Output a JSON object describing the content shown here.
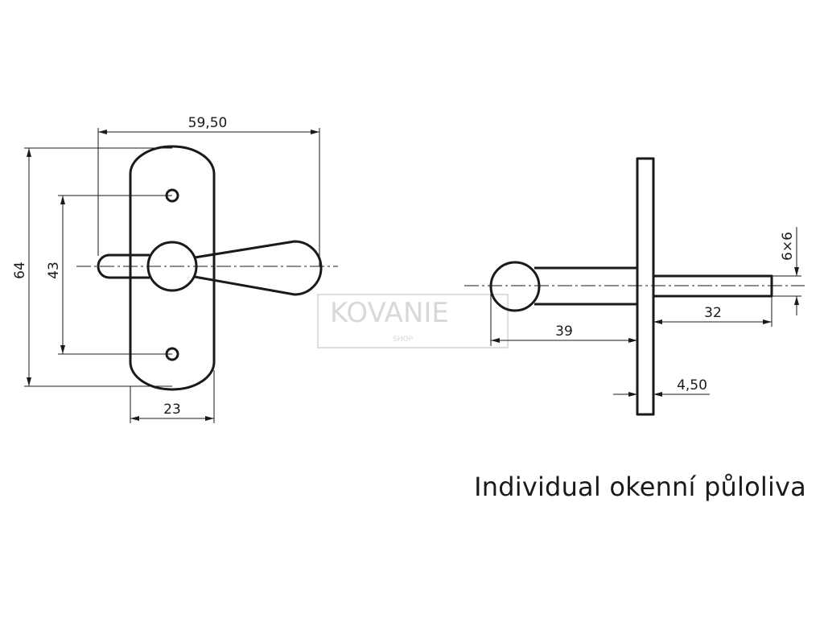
{
  "title": "Individual okenní půloliva",
  "watermark": {
    "brand": "KOVANIE",
    "sub": "SHOP"
  },
  "front_view": {
    "dimensions": {
      "overall_width": "59,50",
      "overall_height": "64",
      "hole_spacing": "43",
      "plate_width": "23"
    }
  },
  "side_view": {
    "dimensions": {
      "handle_length": "39",
      "spindle_length": "32",
      "plate_thickness": "4,50",
      "spindle_section": "6×6"
    }
  }
}
